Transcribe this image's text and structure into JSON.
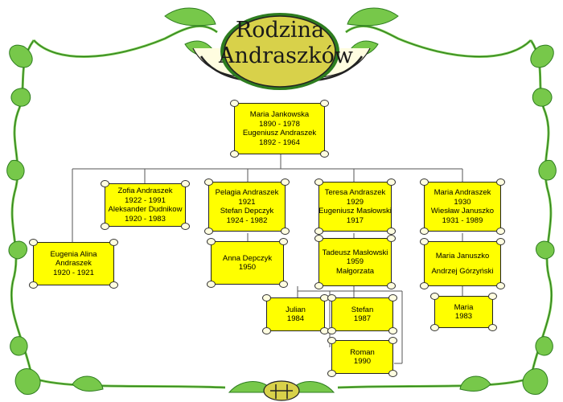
{
  "title": {
    "line1": "Rodzina",
    "line2": "Andraszków"
  },
  "people": {
    "root": {
      "lines": [
        "Maria Jankowska",
        "1890 - 1978",
        "Eugeniusz Andraszek",
        "1892 - 1964"
      ]
    },
    "eugenia": {
      "lines": [
        "Eugenia Alina",
        "Andraszek",
        "1920 - 1921"
      ]
    },
    "zofia": {
      "lines": [
        "Zofia Andraszek",
        "1922 - 1991",
        "Aleksander Dudnikow",
        "1920 - 1983"
      ]
    },
    "pelagia": {
      "lines": [
        "Pelagia Andraszek",
        "1921",
        "Stefan Depczyk",
        "1924 - 1982"
      ]
    },
    "anna": {
      "lines": [
        "Anna Depczyk",
        "1950"
      ]
    },
    "teresa": {
      "lines": [
        "Teresa Andraszek",
        "1929",
        "Eugeniusz Masłowski",
        "1917"
      ]
    },
    "tadeusz": {
      "lines": [
        "Tadeusz Masłowski",
        "1959",
        "Małgorzata"
      ]
    },
    "julian": {
      "lines": [
        "Julian",
        "1984"
      ]
    },
    "stefan": {
      "lines": [
        "Stefan",
        "1987"
      ]
    },
    "roman": {
      "lines": [
        "Roman",
        "1990"
      ]
    },
    "mariaA": {
      "lines": [
        "Maria Andraszek",
        "1930",
        "Wiesław Januszko",
        "1931 - 1989"
      ]
    },
    "mariaJ": {
      "lines": [
        "Maria Januszko",
        "",
        "Andrzej Górzyński"
      ]
    },
    "mariaC": {
      "lines": [
        "Maria",
        "1983"
      ]
    }
  },
  "colors": {
    "box": "#ffff00",
    "leaf": "#77c84a",
    "leafDark": "#2e7d1f",
    "oval": "#d8d14a",
    "line": "#555555"
  }
}
